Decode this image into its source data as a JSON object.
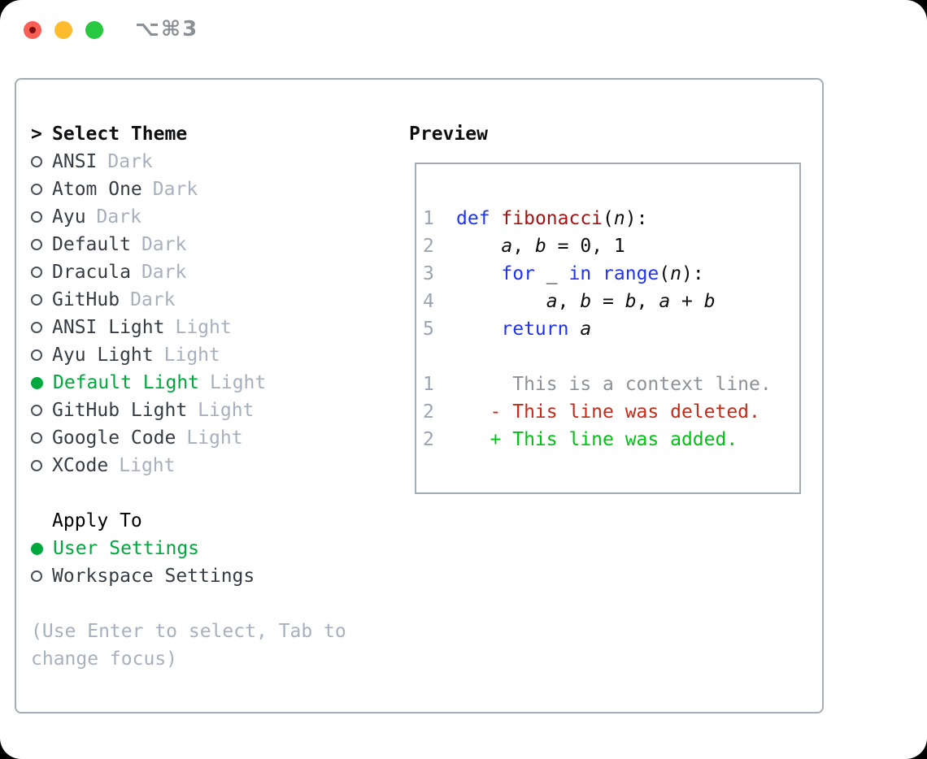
{
  "window": {
    "title": "⌥⌘3"
  },
  "traffic_lights": {
    "close": "#f95f57",
    "close_dot": "#7c100a",
    "minimize": "#fdbc2e",
    "maximize": "#29c841"
  },
  "theme_panel": {
    "header_prefix": ">",
    "header": "Select Theme",
    "themes": [
      {
        "name": "ANSI",
        "tag": "Dark",
        "selected": false
      },
      {
        "name": "Atom One",
        "tag": "Dark",
        "selected": false
      },
      {
        "name": "Ayu",
        "tag": "Dark",
        "selected": false
      },
      {
        "name": "Default",
        "tag": "Dark",
        "selected": false
      },
      {
        "name": "Dracula",
        "tag": "Dark",
        "selected": false
      },
      {
        "name": "GitHub",
        "tag": "Dark",
        "selected": false
      },
      {
        "name": "ANSI Light",
        "tag": "Light",
        "selected": false
      },
      {
        "name": "Ayu Light",
        "tag": "Light",
        "selected": false
      },
      {
        "name": "Default Light",
        "tag": "Light",
        "selected": true
      },
      {
        "name": "GitHub Light",
        "tag": "Light",
        "selected": false
      },
      {
        "name": "Google Code",
        "tag": "Light",
        "selected": false
      },
      {
        "name": "XCode",
        "tag": "Light",
        "selected": false
      }
    ],
    "apply_to": {
      "header": "Apply To",
      "options": [
        {
          "name": "User Settings",
          "selected": true
        },
        {
          "name": "Workspace Settings",
          "selected": false
        }
      ]
    },
    "help": "(Use Enter to select, Tab to change focus)"
  },
  "preview": {
    "label": "Preview",
    "code_lines": [
      {
        "num": "1",
        "tokens": [
          [
            "kw",
            "def"
          ],
          [
            "pl",
            " "
          ],
          [
            "fn",
            "fibonacci"
          ],
          [
            "pl",
            "("
          ],
          [
            "id",
            "n"
          ],
          [
            "pl",
            "):"
          ]
        ]
      },
      {
        "num": "2",
        "tokens": [
          [
            "pl",
            "    "
          ],
          [
            "id",
            "a"
          ],
          [
            "pl",
            ", "
          ],
          [
            "id",
            "b"
          ],
          [
            "pl",
            " = 0, 1"
          ]
        ]
      },
      {
        "num": "3",
        "tokens": [
          [
            "pl",
            "    "
          ],
          [
            "kw",
            "for"
          ],
          [
            "pl",
            " _ "
          ],
          [
            "kw",
            "in"
          ],
          [
            "pl",
            " "
          ],
          [
            "kw",
            "range"
          ],
          [
            "pl",
            "("
          ],
          [
            "id",
            "n"
          ],
          [
            "pl",
            "):"
          ]
        ]
      },
      {
        "num": "4",
        "tokens": [
          [
            "pl",
            "        "
          ],
          [
            "id",
            "a"
          ],
          [
            "pl",
            ", "
          ],
          [
            "id",
            "b"
          ],
          [
            "pl",
            " = "
          ],
          [
            "id",
            "b"
          ],
          [
            "pl",
            ", "
          ],
          [
            "id",
            "a"
          ],
          [
            "pl",
            " + "
          ],
          [
            "id",
            "b"
          ]
        ]
      },
      {
        "num": "5",
        "tokens": [
          [
            "pl",
            "    "
          ],
          [
            "kw",
            "return"
          ],
          [
            "pl",
            " "
          ],
          [
            "id",
            "a"
          ]
        ]
      }
    ],
    "diff_lines": [
      {
        "num": "1",
        "cls": "ctx",
        "text": "     This is a context line."
      },
      {
        "num": "2",
        "cls": "del",
        "text": "   - This line was deleted."
      },
      {
        "num": "2",
        "cls": "add",
        "text": "   + This line was added."
      }
    ]
  },
  "colors": {
    "accent_green": "#00a83e",
    "keyword_blue": "#2033f0",
    "function_red": "#a31515",
    "deleted_red": "#c42a18",
    "added_green": "#00c214",
    "context_gray": "#8d9298",
    "muted_gray": "#a8b0bd",
    "line_number_gray": "#9aa4b4",
    "text_dark": "#363c44",
    "border_gray": "#a4acb6",
    "traffic_red": "#f95f57",
    "traffic_yellow": "#fdbc2e",
    "traffic_green": "#29c841"
  }
}
